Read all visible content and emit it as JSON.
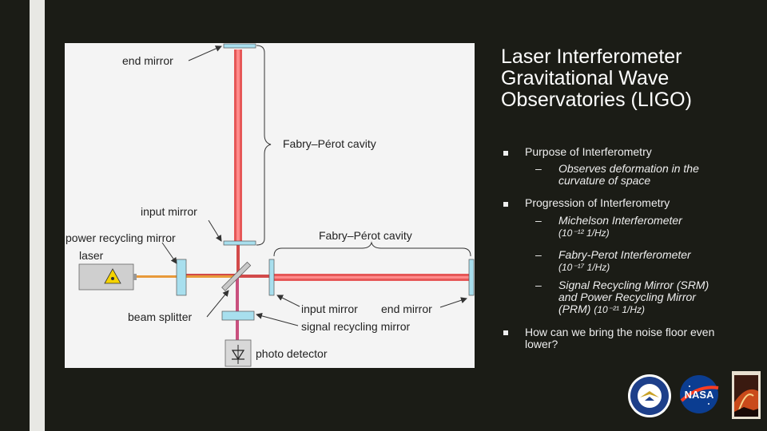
{
  "title": "Laser Interferometer Gravitational Wave Observatories (LIGO)",
  "diagram_labels": {
    "end_mirror_top": "end mirror",
    "fabry_perot_vertical": "Fabry–Pérot cavity",
    "input_mirror_vertical": "input mirror",
    "power_recycling_mirror": "power recycling mirror",
    "laser": "laser",
    "fabry_perot_horizontal": "Fabry–Pérot cavity",
    "beam_splitter": "beam splitter",
    "input_mirror_horizontal": "input mirror",
    "end_mirror_right": "end mirror",
    "signal_recycling_mirror": "signal recycling mirror",
    "photo_detector": "photo detector"
  },
  "bullets": [
    {
      "text": "Purpose of Interferometry",
      "sub": [
        {
          "text": "Observes deformation in the curvature of space"
        }
      ]
    },
    {
      "text": "Progression of Interferometry",
      "sub": [
        {
          "text": "Michelson Interferometer",
          "math": "(10⁻¹² 1/Hz)"
        },
        {
          "text": "Fabry-Perot Interferometer",
          "math": "(10⁻¹⁷ 1/Hz)"
        },
        {
          "text": "Signal Recycling Mirror (SRM) and Power Recycling Mirror (PRM)",
          "math": "(10⁻²¹ 1/Hz)"
        }
      ]
    },
    {
      "text": "How can we bring the noise floor even lower?",
      "sub": []
    }
  ],
  "logos": [
    "embry-riddle-seal-icon",
    "nasa-logo-icon",
    "observatory-logo-icon"
  ],
  "colors": {
    "background": "#1b1c16",
    "stripe": "#e8e8e4",
    "laser_beam": "#e33b3b",
    "mirror": "#a8dfee",
    "orange_beam": "#e89a3a"
  }
}
